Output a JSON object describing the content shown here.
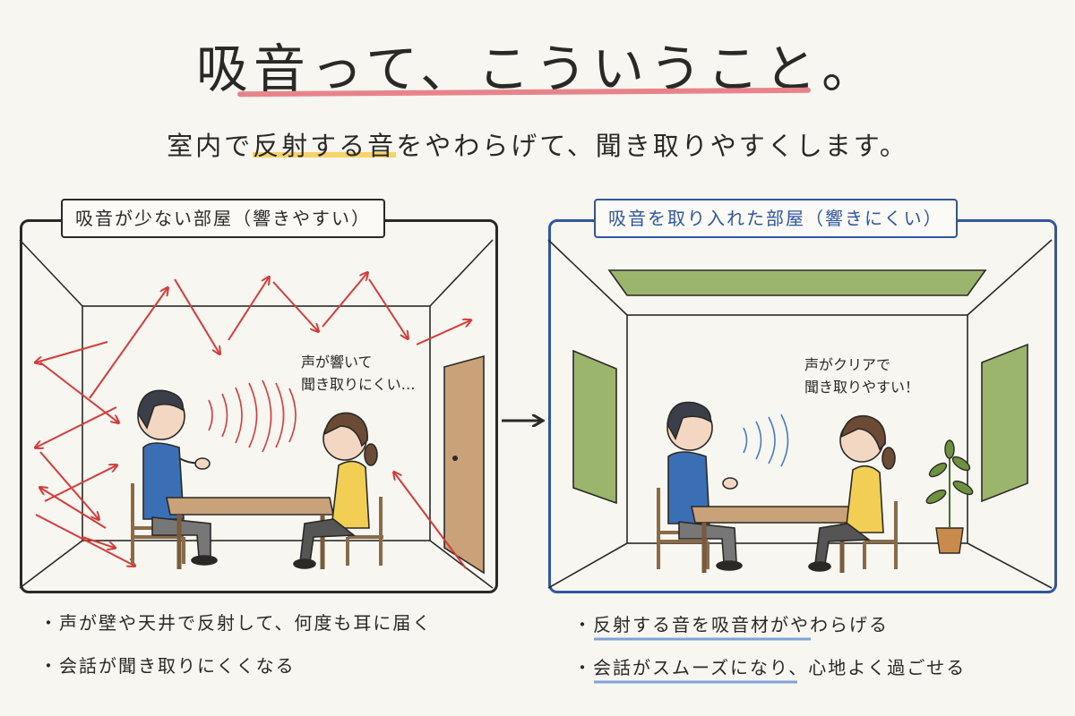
{
  "title": "吸音って、こういうこと。",
  "subtitle": {
    "pre": "室内で",
    "highlight": "反射する音",
    "post": "をやわらげて、聞き取りやすくします。"
  },
  "panels": {
    "left": {
      "label": "吸音が少ない部屋（響きやすい）",
      "speech_line1": "声が響いて",
      "speech_line2": "聞き取りにくい…",
      "bullets": [
        "声が壁や天井で反射して、何度も耳に届く",
        "会話が聞き取りにくくなる"
      ]
    },
    "right": {
      "label": "吸音を取り入れた部屋（響きにくい）",
      "speech_line1": "声がクリアで",
      "speech_line2": "聞き取りやすい！",
      "bullets": [
        "反射する音を吸音材がやわらげる",
        "会話がスムーズになり、心地よく過ごせる"
      ]
    }
  },
  "colors": {
    "reflection": "#d63a3a",
    "calm_wave": "#4a78c8",
    "absorber": "#9cb56c",
    "title_underline": "#e9838b",
    "subtitle_highlight": "#f6d46a",
    "right_frame": "#2f56a3"
  }
}
